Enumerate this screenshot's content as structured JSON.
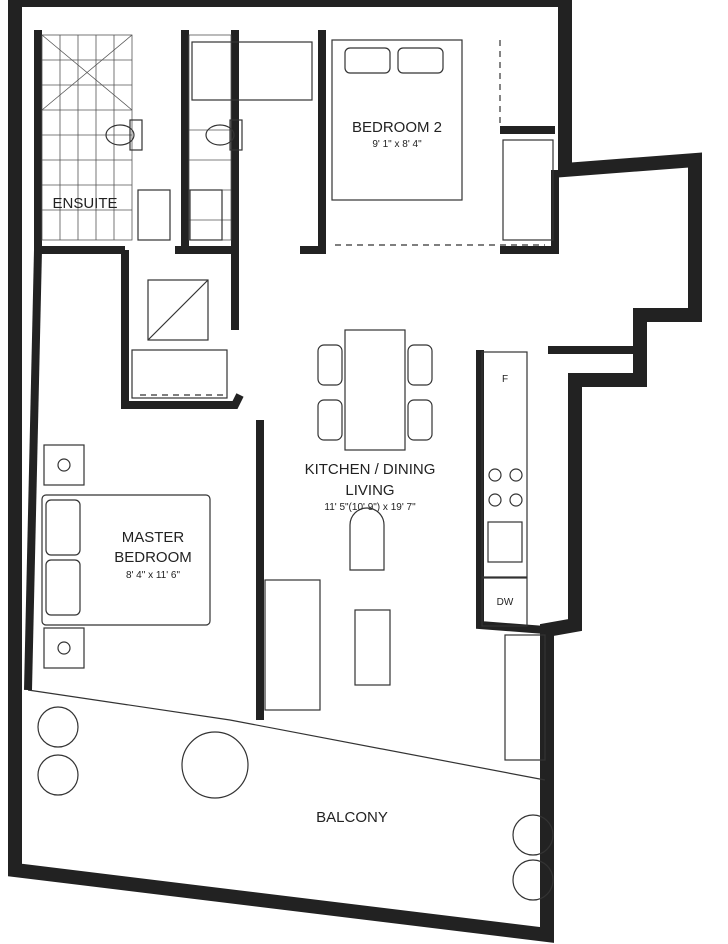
{
  "rooms": {
    "ensuite": {
      "name": "ENSUITE"
    },
    "bedroom2": {
      "name": "BEDROOM 2",
      "dims": "9' 1\" x 8' 4\""
    },
    "kitchen": {
      "name_line1": "KITCHEN / DINING",
      "name_line2": "LIVING",
      "dims": "11' 5\"(10' 9\") x 19' 7\""
    },
    "master": {
      "name_line1": "MASTER",
      "name_line2": "BEDROOM",
      "dims": "8' 4\" x 11' 6\""
    },
    "balcony": {
      "name": "BALCONY"
    }
  },
  "appliances": {
    "fridge": "F",
    "dishwasher": "DW"
  }
}
